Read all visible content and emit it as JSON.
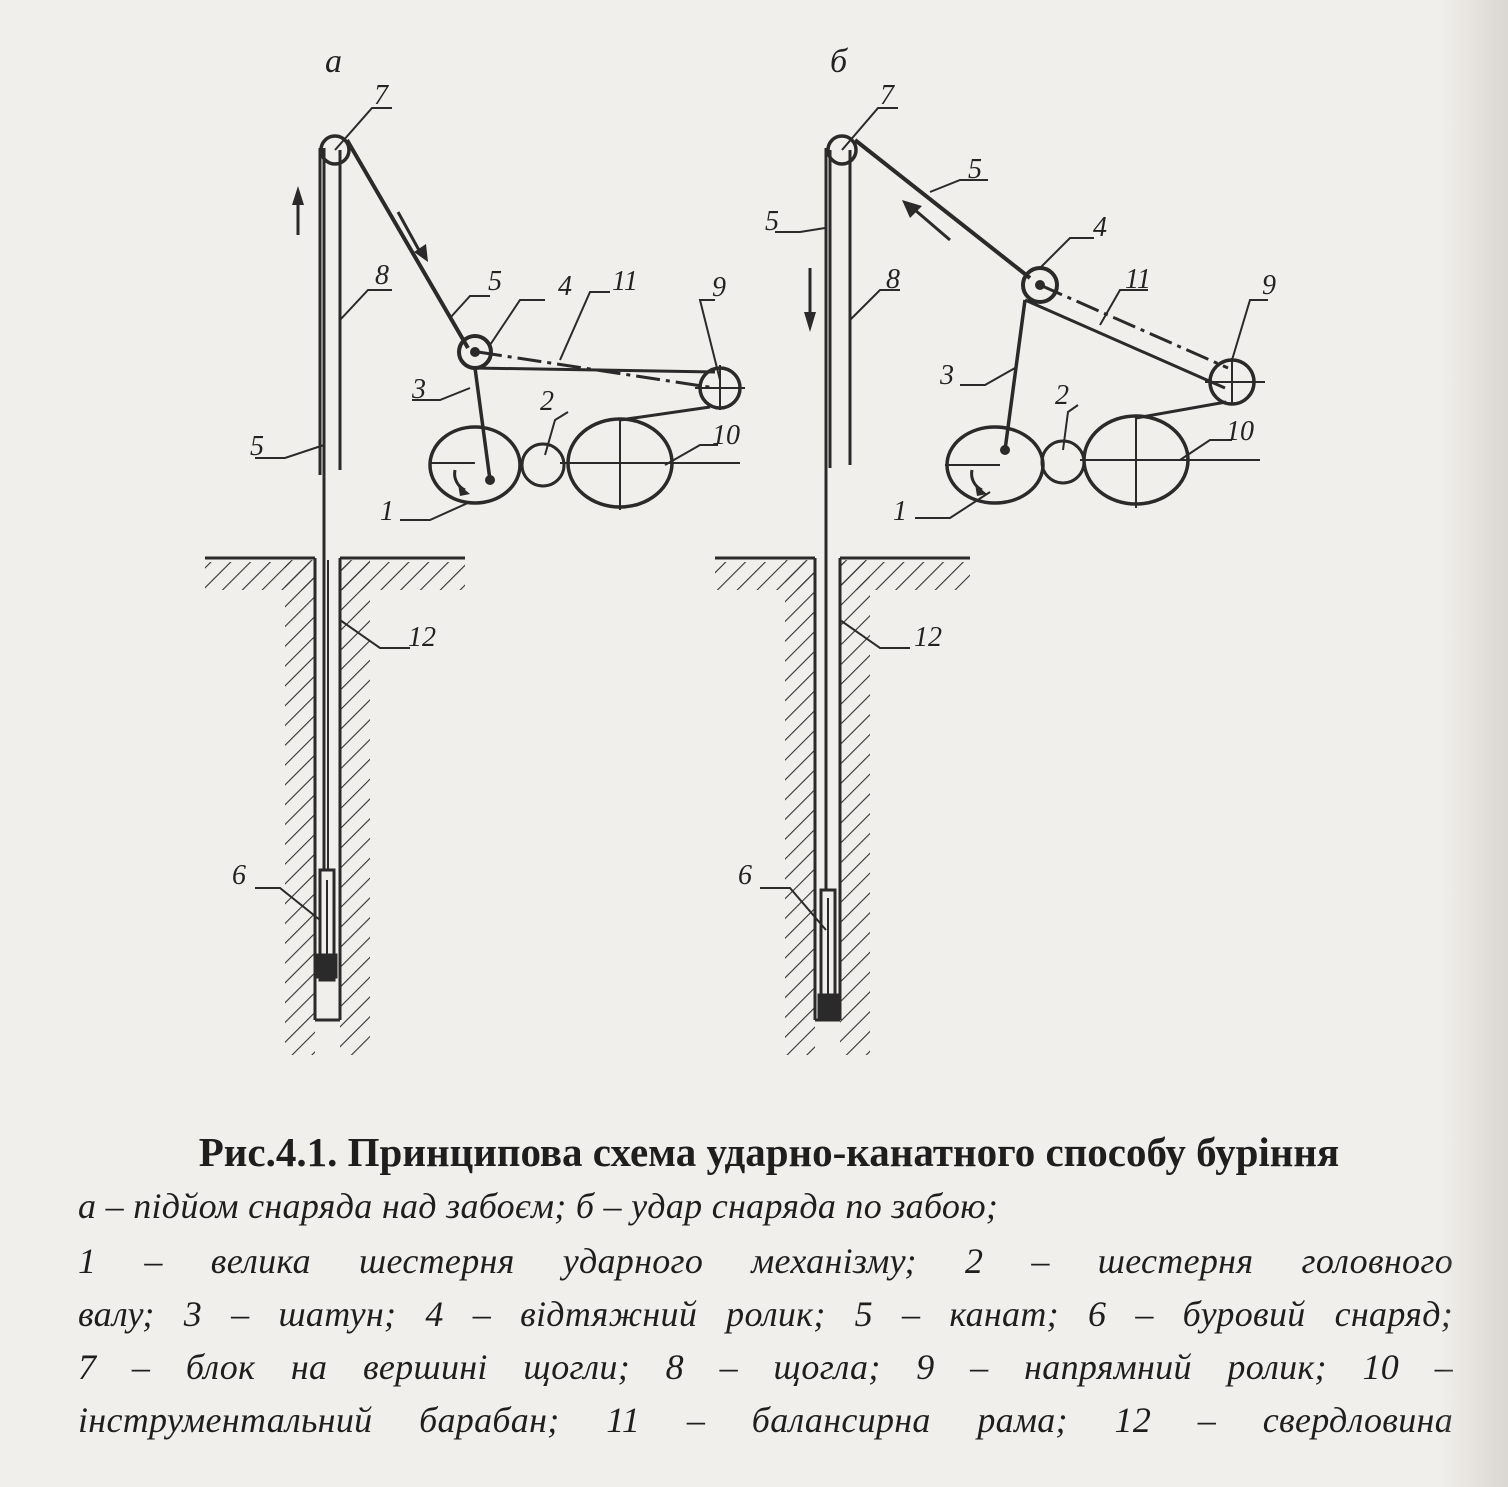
{
  "figure": {
    "panel_a_label": "а",
    "panel_b_label": "б",
    "labels": {
      "l1": "1",
      "l2": "2",
      "l3": "3",
      "l4": "4",
      "l5": "5",
      "l6": "6",
      "l7": "7",
      "l8": "8",
      "l9": "9",
      "l10": "10",
      "l11": "11",
      "l12": "12"
    },
    "line_color": "#2a2a2a",
    "background": "#f1efeb"
  },
  "caption": {
    "title": "Рис.4.1. Принципова  схема ударно-канатного способу буріння",
    "line1": "а – підйом снаряда над забоєм; б – удар снаряда по забою;",
    "line2": "1 – велика шестерня ударного механізму; 2 – шестерня головного",
    "line3": "валу; 3 – шатун; 4 – відтяжний ролик; 5 – канат; 6 – буровий снаряд;",
    "line4": "7 – блок на вершині щогли;  8 – щогла; 9 – напрямний ролик; 10 –",
    "line5": "інструментальний барабан; 11 – балансирна рама; 12 – свердловина"
  }
}
